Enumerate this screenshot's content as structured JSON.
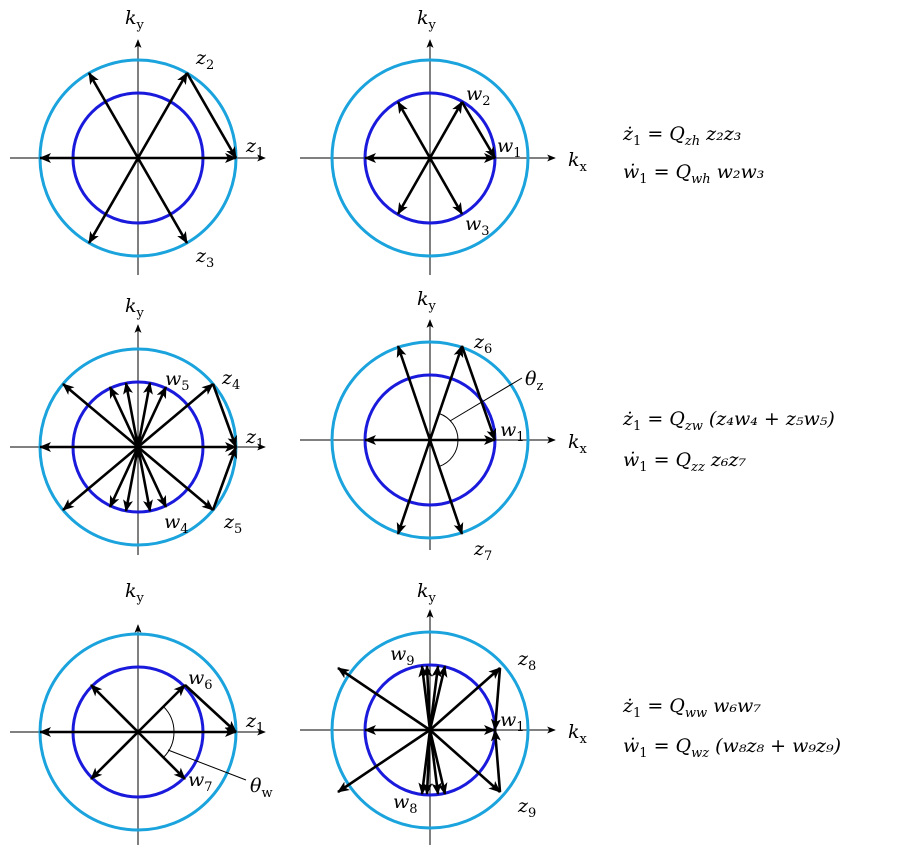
{
  "colors": {
    "outer_circle": "#1aa3dc",
    "inner_circle": "#1a1adc",
    "vector": "#000000",
    "axis": "#000000"
  },
  "panels": [
    {
      "id": "p1",
      "axis_labels": [
        {
          "base": "k",
          "sub": "y",
          "text": "k_y"
        }
      ],
      "labels": [
        {
          "base": "z",
          "sub": "2",
          "text": "z_2"
        },
        {
          "base": "z",
          "sub": "1",
          "text": "z_1"
        },
        {
          "base": "z",
          "sub": "3",
          "text": "z_3"
        }
      ]
    },
    {
      "id": "p2",
      "axis_labels": [
        {
          "base": "k",
          "sub": "y",
          "text": "k_y"
        },
        {
          "base": "k",
          "sub": "x",
          "text": "k_x"
        }
      ],
      "labels": [
        {
          "base": "w",
          "sub": "2",
          "text": "w_2"
        },
        {
          "base": "w",
          "sub": "1",
          "text": "w_1"
        },
        {
          "base": "w",
          "sub": "3",
          "text": "w_3"
        }
      ]
    },
    {
      "id": "p3",
      "axis_labels": [
        {
          "base": "k",
          "sub": "y",
          "text": "k_y"
        }
      ],
      "labels": [
        {
          "base": "w",
          "sub": "5",
          "text": "w_5"
        },
        {
          "base": "z",
          "sub": "4",
          "text": "z_4"
        },
        {
          "base": "z",
          "sub": "1",
          "text": "z_1"
        },
        {
          "base": "w",
          "sub": "4",
          "text": "w_4"
        },
        {
          "base": "z",
          "sub": "5",
          "text": "z_5"
        }
      ]
    },
    {
      "id": "p4",
      "axis_labels": [
        {
          "base": "k",
          "sub": "y",
          "text": "k_y"
        },
        {
          "base": "k",
          "sub": "x",
          "text": "k_x"
        }
      ],
      "labels": [
        {
          "base": "z",
          "sub": "6",
          "text": "z_6"
        },
        {
          "base": "θ",
          "sub": "z",
          "text": "θ_z"
        },
        {
          "base": "w",
          "sub": "1",
          "text": "w_1"
        },
        {
          "base": "z",
          "sub": "7",
          "text": "z_7"
        }
      ]
    },
    {
      "id": "p5",
      "axis_labels": [
        {
          "base": "k",
          "sub": "y",
          "text": "k_y"
        }
      ],
      "labels": [
        {
          "base": "w",
          "sub": "6",
          "text": "w_6"
        },
        {
          "base": "z",
          "sub": "1",
          "text": "z_1"
        },
        {
          "base": "w",
          "sub": "7",
          "text": "w_7"
        },
        {
          "base": "θ",
          "sub": "w",
          "text": "θ_w"
        }
      ]
    },
    {
      "id": "p6",
      "axis_labels": [
        {
          "base": "k",
          "sub": "y",
          "text": "k_y"
        },
        {
          "base": "k",
          "sub": "x",
          "text": "k_x"
        }
      ],
      "labels": [
        {
          "base": "w",
          "sub": "9",
          "text": "w_9"
        },
        {
          "base": "z",
          "sub": "8",
          "text": "z_8"
        },
        {
          "base": "w",
          "sub": "1",
          "text": "w_1"
        },
        {
          "base": "w",
          "sub": "8",
          "text": "w_8"
        },
        {
          "base": "z",
          "sub": "9",
          "text": "z_9"
        }
      ]
    }
  ],
  "equations": [
    {
      "lhs": "ż",
      "lhs_sub": "1",
      "rhs": "Q",
      "rhs_sub": "zh",
      "rest": "z₂z₃",
      "text": "ż₁ = Q_zh z₂z₃"
    },
    {
      "lhs": "ẇ",
      "lhs_sub": "1",
      "rhs": "Q",
      "rhs_sub": "wh",
      "rest": "w₂w₃",
      "text": "ẇ₁ = Q_wh w₂w₃"
    },
    {
      "lhs": "ż",
      "lhs_sub": "1",
      "rhs": "Q",
      "rhs_sub": "zw",
      "rest": "(z₄w₄ + z₅w₅)",
      "text": "ż₁ = Q_zw (z₄w₄ + z₅w₅)"
    },
    {
      "lhs": "ẇ",
      "lhs_sub": "1",
      "rhs": "Q",
      "rhs_sub": "zz",
      "rest": "z₆z₇",
      "text": "ẇ₁ = Q_zz z₆z₇"
    },
    {
      "lhs": "ż",
      "lhs_sub": "1",
      "rhs": "Q",
      "rhs_sub": "ww",
      "rest": "w₆w₇",
      "text": "ż₁ = Q_ww w₆w₇"
    },
    {
      "lhs": "ẇ",
      "lhs_sub": "1",
      "rhs": "Q",
      "rhs_sub": "wz",
      "rest": "(w₈z₈ + w₉z₉)",
      "text": "ẇ₁ = Q_wz (w₈z₈ + w₉z₉)"
    }
  ]
}
